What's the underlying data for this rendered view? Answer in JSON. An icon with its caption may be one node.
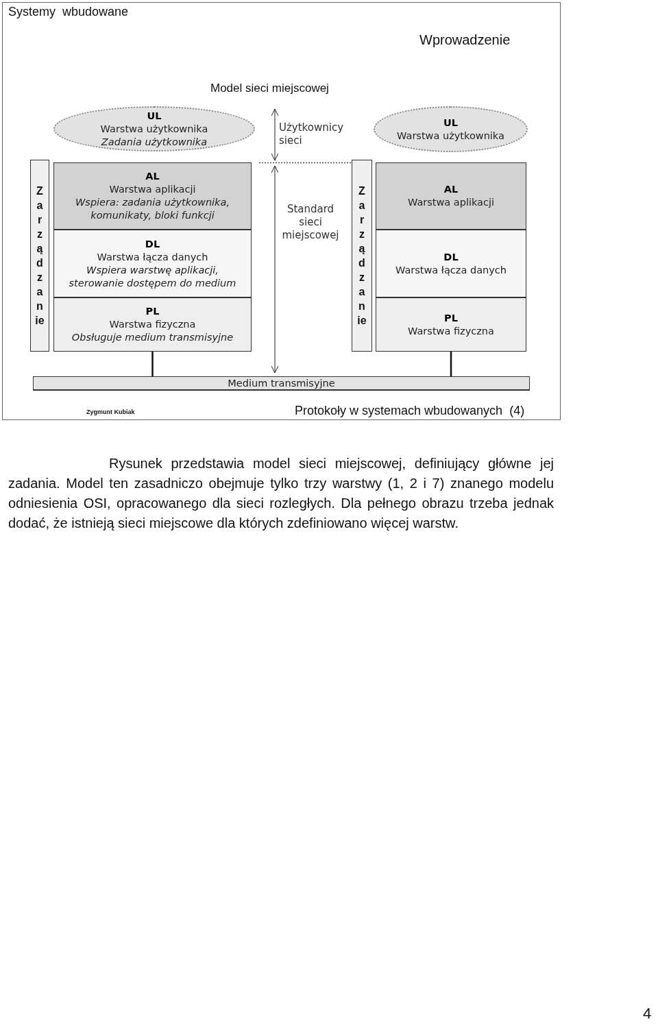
{
  "diagram": {
    "title": "Model sieci miejscowej",
    "nodes": [
      {
        "text": [
          "UL",
          "Warstwa użytkownika",
          "Zadania użytkownika"
        ]
      },
      {
        "text": [
          "Zarządzanie"
        ]
      },
      {
        "text": [
          "AL",
          "Warstwa aplikacji",
          "Wspiera: zadania użytkownika, komunikaty, bloki funkcji"
        ]
      },
      {
        "text": [
          "DL",
          "Warstwa łącza danych",
          "Wspiera warstwę aplikacji, sterowanie dostępem do medium"
        ]
      },
      {
        "text": [
          "PL",
          "Warstwa fizyczna",
          "Obsługuje medium transmisyjne"
        ]
      },
      {
        "text": [
          "UL",
          "Warstwa użytkownika"
        ]
      },
      {
        "text": [
          "Zarządzanie"
        ]
      },
      {
        "text": [
          "AL",
          "Warstwa aplikacji"
        ]
      },
      {
        "text": [
          "DL",
          "Warstwa łącza danych"
        ]
      },
      {
        "text": [
          "PL",
          "Warstwa fizyczna"
        ]
      },
      {
        "text": [
          "Medium transmisyjne"
        ]
      }
    ],
    "edges": [
      {
        "from": 4,
        "to": 10,
        "arrow": "none"
      },
      {
        "from": 9,
        "to": 10,
        "arrow": "none"
      }
    ],
    "labels": [
      "Systemy  wbudowane",
      "Wprowadzenie",
      "Użytkownicy sieci",
      "Standard sieci miejscowej",
      "Zygmunt Kubiak",
      "Protokoły w systemach wbudowanych  (4)",
      "Rysunek przedstawia model sieci miejscowej, definiujący główne jej zadania. Model ten zasadniczo obejmuje tylko trzy warstwy (1, 2 i 7) znanego modelu odniesienia OSI, opracowanego dla sieci rozległych. Dla pełnego obrazu trzeba jednak dodać, że istnieją sieci miejscowe dla których zdefiniowano więcej warstw.",
      "4"
    ]
  }
}
